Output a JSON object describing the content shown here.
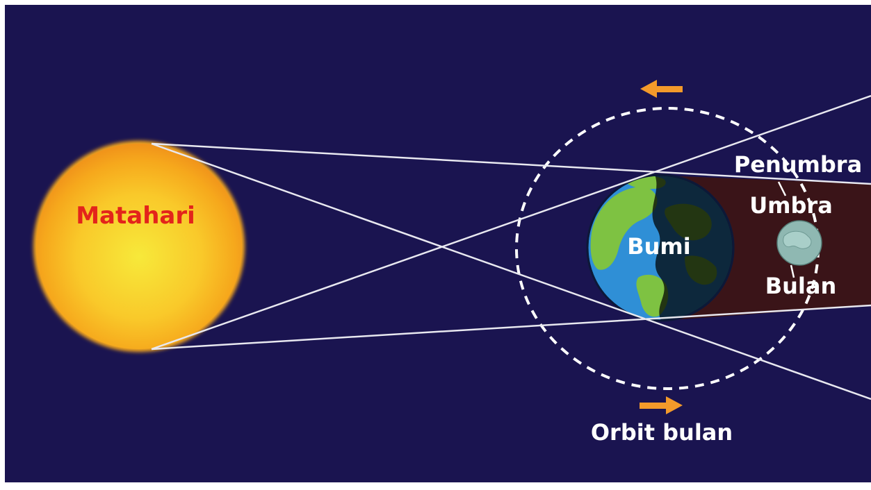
{
  "labels": {
    "sun": "Matahari",
    "earth": "Bumi",
    "penumbra": "Penumbra",
    "umbra": "Umbra",
    "moon": "Bulan",
    "orbit": "Orbit bulan"
  },
  "colors": {
    "space": "#1a1450",
    "sun_label": "#e3241b",
    "label": "#ffffff",
    "umbra": "#3a1418",
    "arrow": "#f39a2a",
    "ocean": "#2f8fd6",
    "land": "#7ec242",
    "moon": "#8fb8b2"
  },
  "icons": {
    "orbit_arrow_top": "arrow-left-icon",
    "orbit_arrow_bottom": "arrow-right-icon"
  }
}
